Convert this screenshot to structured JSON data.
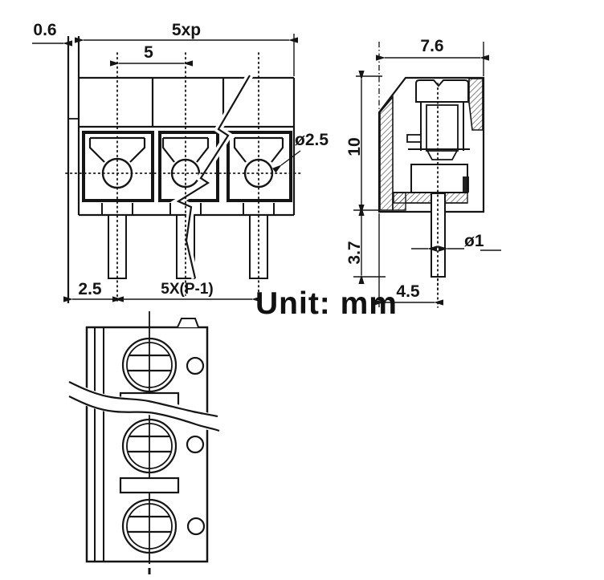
{
  "unit_note": "Unit: mm",
  "front": {
    "dims": {
      "wall": "0.6",
      "overall": "5xp",
      "pitch": "5",
      "hole": "ø2.5",
      "edge": "2.5",
      "span": "5X(P-1)"
    }
  },
  "side": {
    "dims": {
      "width": "7.6",
      "height": "10",
      "pin_length": "3.7",
      "pin_dia": "ø1",
      "base": "4.5"
    }
  },
  "colors": {
    "ink": "#151515",
    "paper": "#ffffff"
  }
}
